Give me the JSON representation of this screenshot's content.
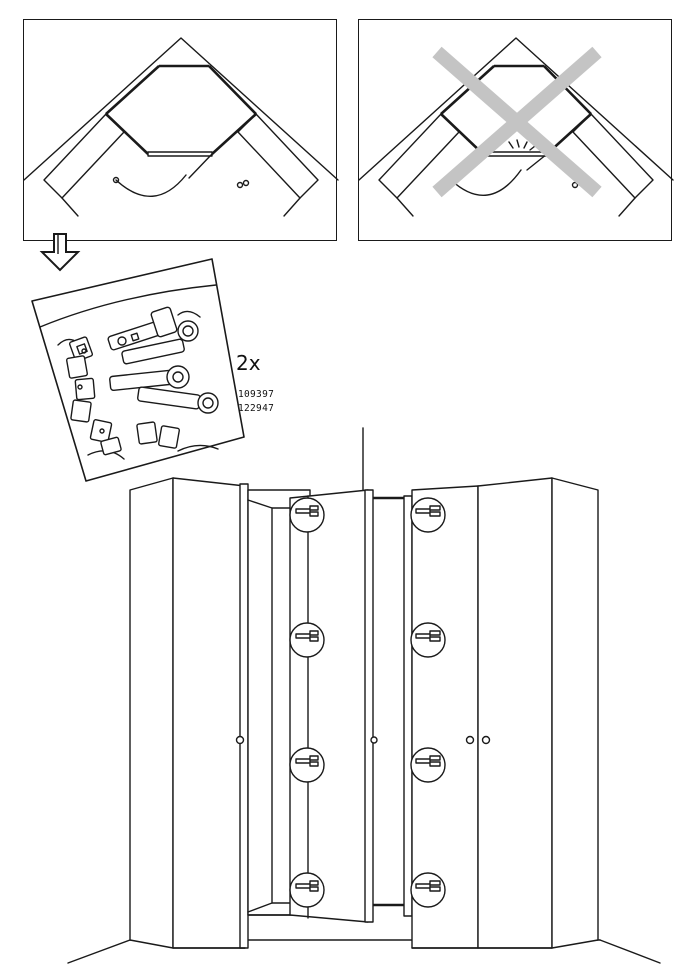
{
  "hardware": {
    "quantity": "2x",
    "article_numbers": [
      "109397",
      "122947"
    ]
  },
  "colors": {
    "line": "#1a1a1a",
    "cross": "#c4c4c4"
  },
  "icons": {
    "arrow": "hollow-down-arrow-icon",
    "hinge": "hinge-icon",
    "cross": "cross-x-icon"
  }
}
